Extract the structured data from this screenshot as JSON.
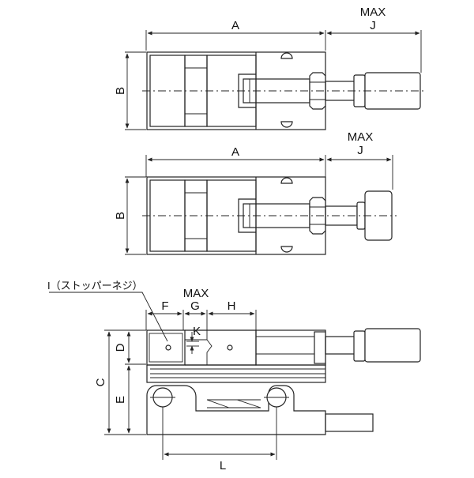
{
  "labels": {
    "top": {
      "A": "A",
      "B": "B",
      "max": "MAX",
      "J": "J"
    },
    "middle": {
      "A": "A",
      "B": "B",
      "max": "MAX",
      "J": "J"
    },
    "side": {
      "stopper_note": "I（ストッパーネジ）",
      "max": "MAX",
      "F": "F",
      "G": "G",
      "H": "H",
      "K": "K",
      "C": "C",
      "D": "D",
      "E": "E",
      "L": "L"
    }
  }
}
